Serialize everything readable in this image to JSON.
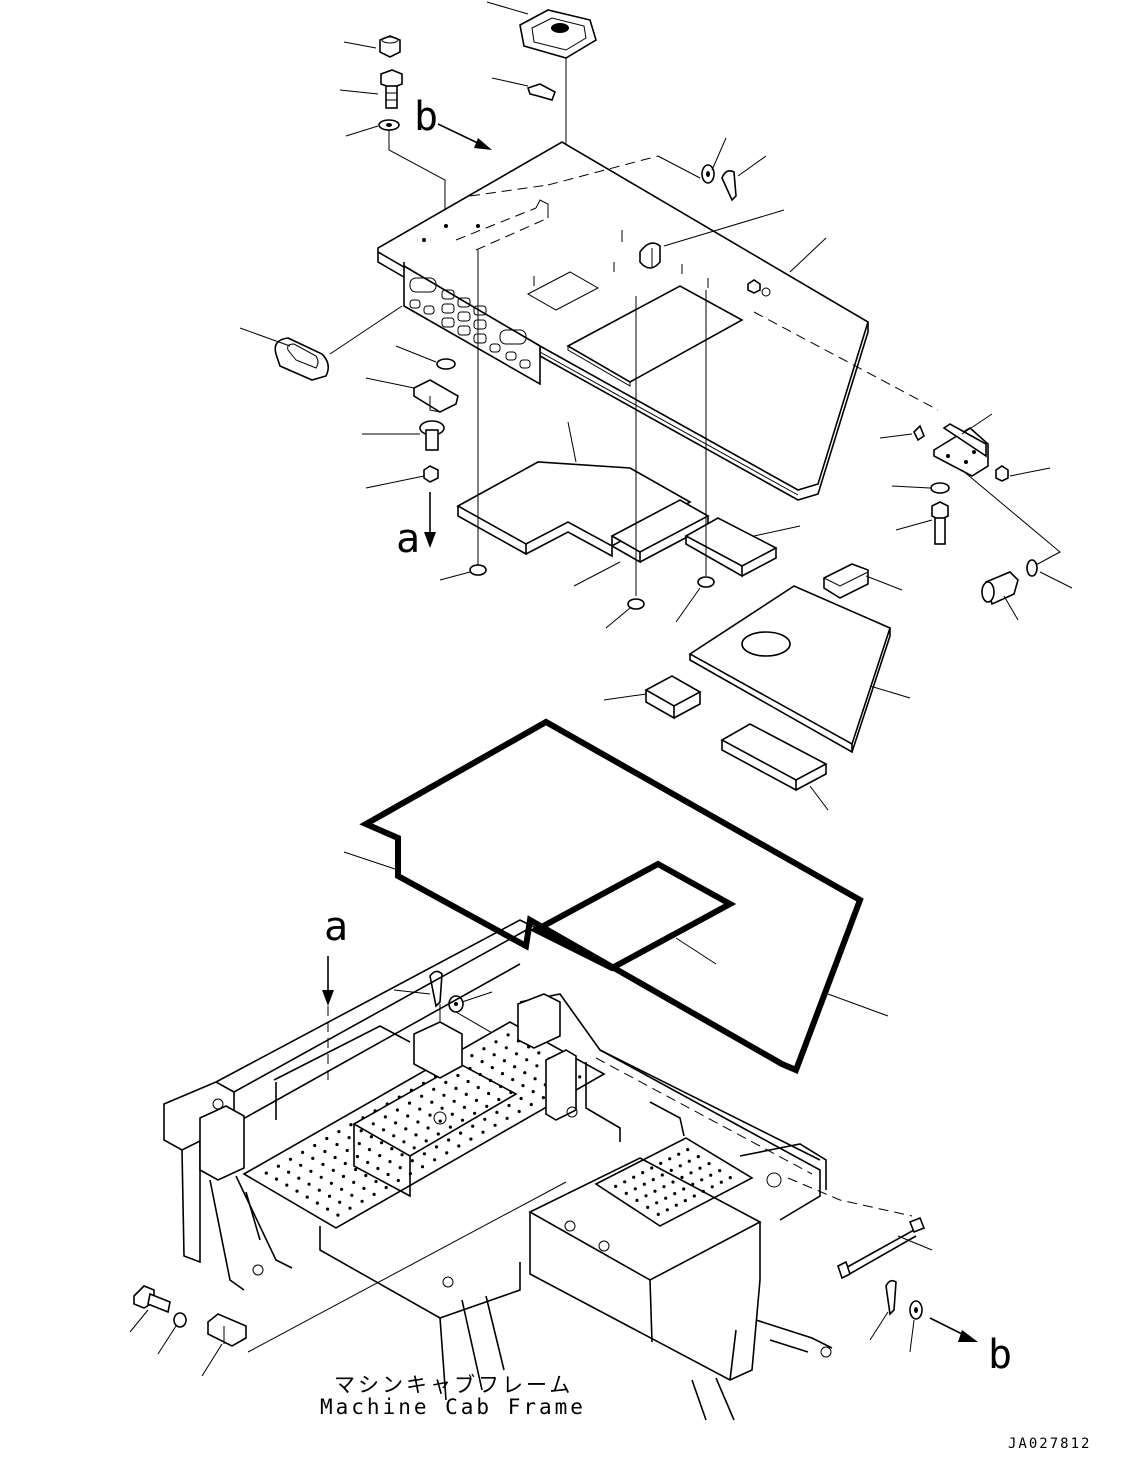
{
  "view_labels": {
    "a_top": "a",
    "b_top": "b",
    "a_bottom": "a",
    "b_bottom": "b"
  },
  "frame_caption": {
    "japanese": "マシンキャブフレーム",
    "english": "Machine Cab Frame"
  },
  "drawing_number": "JA027812"
}
